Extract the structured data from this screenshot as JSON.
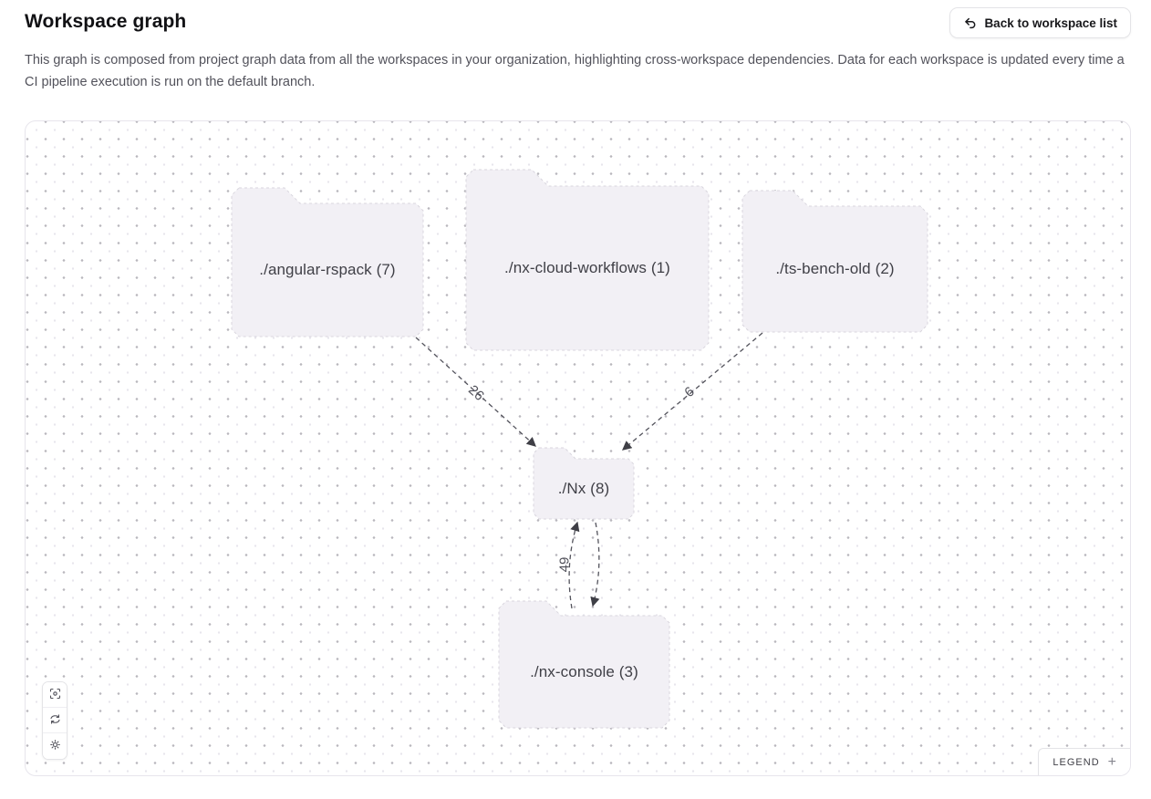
{
  "header": {
    "title": "Workspace graph",
    "description": "This graph is composed from project graph data from all the workspaces in your organization, highlighting cross-workspace dependencies. Data for each workspace is updated every time a CI pipeline execution is run on the default branch.",
    "back_button_label": "Back to workspace list",
    "back_button_icon": "undo-arrow-icon"
  },
  "graph": {
    "nodes": [
      {
        "id": "angular-rspack",
        "label": "./angular-rspack (7)",
        "project_count": 7
      },
      {
        "id": "nx-cloud-workflows",
        "label": "./nx-cloud-workflows (1)",
        "project_count": 1
      },
      {
        "id": "ts-bench-old",
        "label": "./ts-bench-old (2)",
        "project_count": 2
      },
      {
        "id": "nx",
        "label": "./Nx (8)",
        "project_count": 8
      },
      {
        "id": "nx-console",
        "label": "./nx-console (3)",
        "project_count": 3
      }
    ],
    "edges": [
      {
        "from": "angular-rspack",
        "to": "nx",
        "label": "26",
        "style": "dashed-arrow"
      },
      {
        "from": "ts-bench-old",
        "to": "nx",
        "label": "6",
        "style": "dashed-arrow"
      },
      {
        "from": "nx-console",
        "to": "nx",
        "label": "49",
        "style": "dashed-arrow"
      },
      {
        "from": "nx",
        "to": "nx-console",
        "label": "",
        "style": "dashed-arrow"
      }
    ],
    "toolbar_icons": [
      "fit-view-icon",
      "refresh-icon",
      "settings-icon"
    ],
    "legend": {
      "label": "LEGEND",
      "expand_symbol": "+"
    }
  },
  "colors": {
    "node_fill": "#f2f0f5",
    "node_border": "#d9d6de",
    "edge": "#52525b",
    "panel_border": "#e7e5ec",
    "dot_major": "#b9b7bd",
    "dot_minor": "#e7e5ec",
    "text_primary": "#18181b",
    "text_secondary": "#52525b"
  }
}
